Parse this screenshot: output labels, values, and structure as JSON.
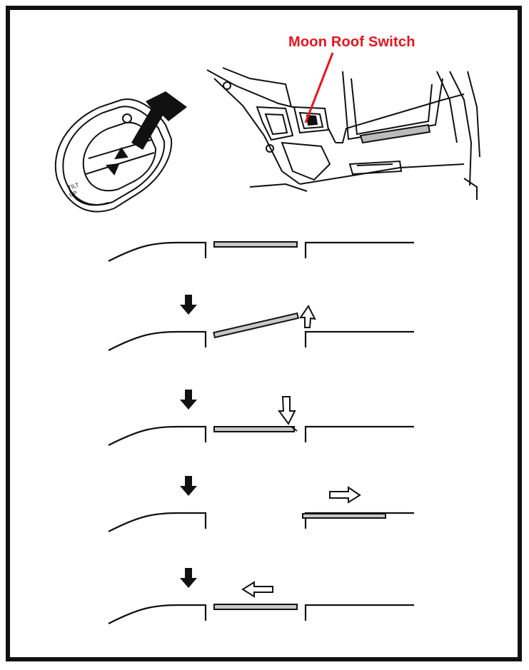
{
  "callout": {
    "label": "Moon Roof Switch",
    "color": "#e8141c"
  },
  "switch_panel": {
    "button_labels": [
      "TILT",
      "UP"
    ]
  },
  "colors": {
    "line": "#111111",
    "panel_fill": "#c8c8c8",
    "arrow_fill": "#111111",
    "outline_arrow_fill": "#ffffff"
  },
  "steps": [
    {
      "state": "closed"
    },
    {
      "state": "tilted-up",
      "step_arrow": "down-arrow-icon",
      "motion_arrow": "up-outline-arrow-icon"
    },
    {
      "state": "tilt-down",
      "step_arrow": "down-arrow-icon",
      "motion_arrow": "down-outline-arrow-icon"
    },
    {
      "state": "slide-open",
      "step_arrow": "down-arrow-icon",
      "motion_arrow": "right-outline-arrow-icon"
    },
    {
      "state": "slide-closed",
      "step_arrow": "down-arrow-icon",
      "motion_arrow": "left-outline-arrow-icon"
    }
  ]
}
